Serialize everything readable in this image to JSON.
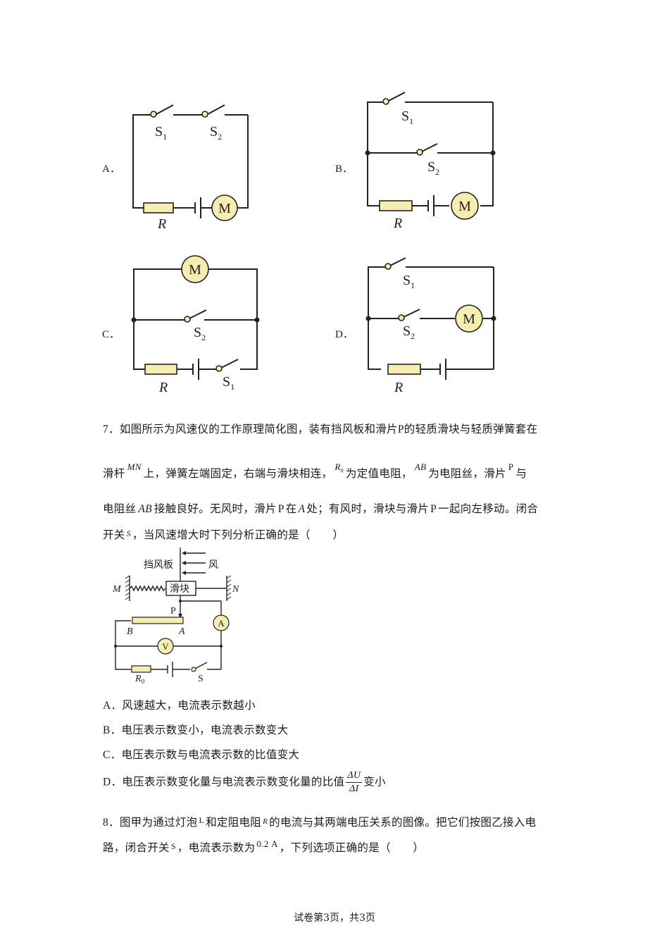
{
  "q6_options": {
    "A": {
      "label": "A．",
      "switches": [
        "S1",
        "S2"
      ],
      "resistor": "R",
      "motor": "M"
    },
    "B": {
      "label": "B．",
      "switches": [
        "S1",
        "S2"
      ],
      "resistor": "R",
      "motor": "M"
    },
    "C": {
      "label": "C．",
      "switches": [
        "S2",
        "S1"
      ],
      "resistor": "R",
      "motor": "M"
    },
    "D": {
      "label": "D．",
      "switches": [
        "S1",
        "S2"
      ],
      "resistor": "R",
      "motor": "M"
    }
  },
  "diagram_labels": {
    "S": "S",
    "sub1": "1",
    "sub2": "2",
    "R": "R",
    "M": "M"
  },
  "q7": {
    "number": "7．",
    "line1": "如图所示为风速仪的工作原理简化图，装有挡风板和滑片",
    "line1_P": "P",
    "line1_end": "的轻质滑块与轻质弹簧套在",
    "line2_a": "滑杆",
    "line2_MN": "MN",
    "line2_b": "上，弹簧左端固定，右端与滑块相连，",
    "line2_R0": "R",
    "line2_R0_sub": "0",
    "line2_c": "为定值电阻，",
    "line2_AB": "AB",
    "line2_d": "为电阻丝，滑片",
    "line2_P": "P",
    "line2_e": "与",
    "line3_a": "电阻丝",
    "line3_AB": "AB",
    "line3_b": "接触良好。无风时，滑片",
    "line3_P": "P",
    "line3_c": "在",
    "line3_A": "A",
    "line3_d": "处；有风时，滑块与滑片",
    "line3_P2": "P",
    "line3_e": "一起向左移动。闭合",
    "line4_a": "开关",
    "line4_S": "S",
    "line4_b": "，当风速增大时下列分析正确的是（　　）",
    "figure": {
      "baffle": "挡风板",
      "wind": "风",
      "slider": "滑块",
      "M": "M",
      "N": "N",
      "P": "P",
      "B": "B",
      "A": "A",
      "ammeter": "A",
      "voltmeter": "V",
      "R0": "R",
      "R0_sub": "0",
      "switch": "S"
    },
    "choices": [
      {
        "letter": "A．",
        "text": "风速越大，电流表示数越小"
      },
      {
        "letter": "B．",
        "text": "电压表示数变小，电流表示数变大"
      },
      {
        "letter": "C．",
        "text": "电压表示数与电流表示数的比值变大"
      },
      {
        "letter": "D．",
        "text": "电压表示数变化量与电流表示数变化量的比值",
        "frac_num": "ΔU",
        "frac_den": "ΔI",
        "tail": "变小"
      }
    ]
  },
  "q8": {
    "number": "8．",
    "line1_a": "图甲为通过灯泡",
    "line1_L": "L",
    "line1_b": "和定阻电阻",
    "line1_R": "R",
    "line1_c": "的电流与其两端电压关系的图像。把它们按图乙接入电",
    "line2_a": "路，闭合开关",
    "line2_S": "S",
    "line2_b": "，电流表示数为",
    "line2_val": "0.2 A",
    "line2_c": "，下列选项正确的是（　　）"
  },
  "footer": {
    "text": "试卷第3页，共3页"
  },
  "colors": {
    "component_fill": "#f6eeb0",
    "wire": "#222222"
  }
}
